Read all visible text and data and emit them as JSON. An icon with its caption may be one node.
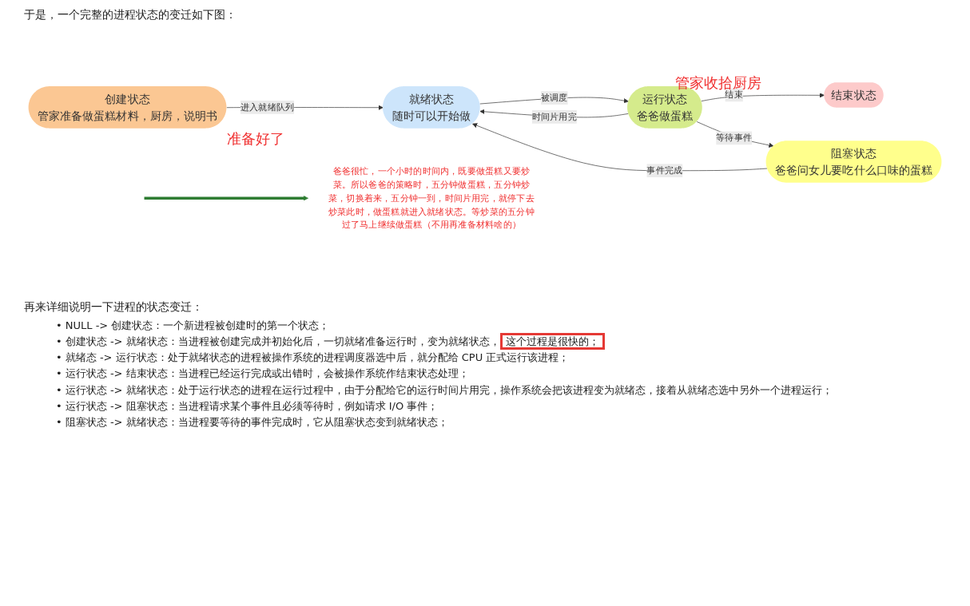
{
  "diagram": {
    "nodes": [
      {
        "text": [
          "创建状态",
          "管家准备做蛋糕材料，厨房，说明书"
        ]
      },
      {
        "text": [
          "就绪状态",
          "随时可以开始做"
        ]
      },
      {
        "text": [
          "运行状态",
          "爸爸做蛋糕"
        ]
      },
      {
        "text": [
          "结束状态"
        ]
      },
      {
        "text": [
          "阻塞状态",
          "爸爸问女儿要吃什么口味的蛋糕"
        ]
      },
      {
        "text": [
          "爸爸很忙，一个小时的时间内，既要做蛋糕又要炒菜。所以爸爸的策略时，五分钟做蛋糕，五分钟炒菜，切换着来，五分钟一到，时间片用完，就停下去炒菜此时，做蛋糕就进入就绪状态。等炒菜的五分钟过了马上继续做蛋糕（不用再准备材料啥的）"
        ]
      }
    ],
    "edges": [
      {
        "from": 0,
        "to": 1,
        "arrow": "to",
        "label": "进入就绪队列"
      },
      {
        "from": 1,
        "to": 2,
        "arrow": "to",
        "label": "被调度"
      },
      {
        "from": 2,
        "to": 1,
        "arrow": "to",
        "label": "时间片用完"
      },
      {
        "from": 2,
        "to": 3,
        "arrow": "to",
        "label": "结束"
      },
      {
        "from": 2,
        "to": 4,
        "arrow": "to",
        "label": "等待事件"
      },
      {
        "from": 4,
        "to": 1,
        "arrow": "to",
        "label": "事件完成"
      },
      {
        "from": null,
        "to": 5,
        "arrow": "to",
        "style": "thick",
        "color": "#2e7d32"
      }
    ],
    "labels": [
      "于是，一个完整的进程状态的变迁如下图：",
      "管家收拾厨房",
      "准备好了",
      "再来详细说明一下进程的状态变迁：",
      "• NULL -> 创建状态：一个新进程被创建时的第一个状态；",
      "• 创建状态 -> 就绪状态：当进程被创建完成并初始化后，一切就绪准备运行时，变为就绪状态，",
      "这个过程是很快的；",
      "• 就绪态 -> 运行状态：处于就绪状态的进程被操作系统的进程调度器选中后，就分配给 CPU 正式运行该进程；",
      "• 运行状态 -> 结束状态：当进程已经运行完成或出错时，会被操作系统作结束状态处理；",
      "• 运行状态 -> 就绪状态：处于运行状态的进程在运行过程中，由于分配给它的运行时间片用完，操作系统会把该进程变为就绪态，接着从就绪态选中另外一个进程运行；",
      "• 运行状态 -> 阻塞状态：当进程请求某个事件且必须等待时，例如请求 I/O 事件；",
      "• 阻塞状态 -> 就绪状态：当进程要等待的事件完成时，它从阻塞状态变到就绪状态；"
    ]
  }
}
